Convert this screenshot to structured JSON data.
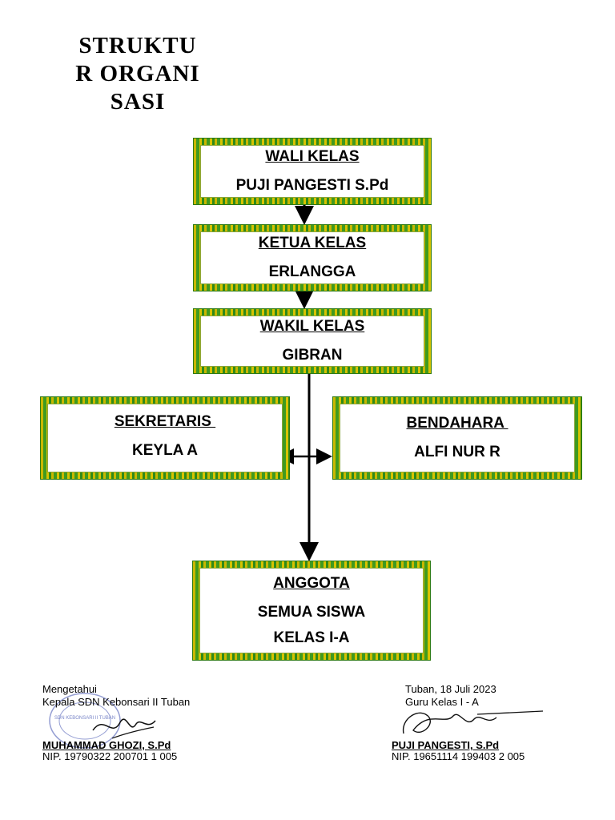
{
  "title": "STRUKTUR ORGANISASI",
  "wali_kelas": {
    "role": "WALI KELAS",
    "name": "PUJI PANGESTI S.Pd"
  },
  "ketua_kelas": {
    "role": "KETUA KELAS",
    "name": "ERLANGGA"
  },
  "wakil_kelas": {
    "role": "WAKIL KELAS",
    "name": "GIBRAN"
  },
  "sekretaris": {
    "role": "SEKRETARIS ",
    "name": "KEYLA A"
  },
  "bendahara": {
    "role": "BENDAHARA ",
    "name": "ALFI NUR R"
  },
  "anggota": {
    "role": "ANGGOTA",
    "line1": "SEMUA SISWA",
    "line2": "KELAS I-A"
  },
  "footer": {
    "left": {
      "line1": "Mengetahui",
      "line2": "Kepala SDN Kebonsari II Tuban",
      "name": "MUHAMMAD GHOZI, S.Pd",
      "nip": "NIP. 19790322 200701 1 005"
    },
    "right": {
      "line1": "Tuban, 18 Juli 2023",
      "line2": "Guru Kelas I - A",
      "name": "PUJI PANGESTI, S.Pd",
      "nip": "NIP. 19651114 199403 2 005"
    },
    "stamp_text": "SDN KEBONSARI II TUBAN"
  },
  "colors": {
    "border_green": "#3f9a1f",
    "border_gold": "#c9b800",
    "stamp_blue": "#7a86c8"
  }
}
